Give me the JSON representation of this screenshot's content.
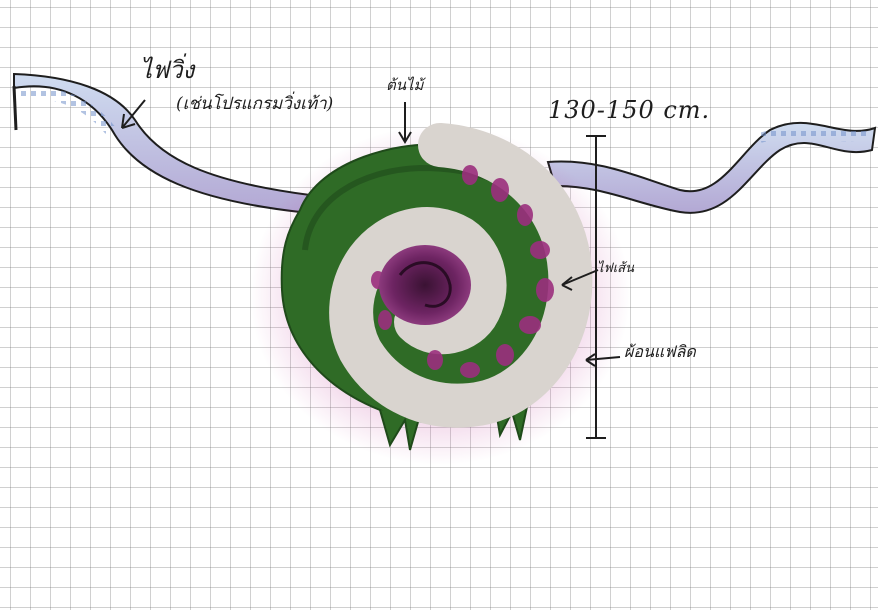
{
  "annotations": {
    "walkway_light": "ไฟวิ่ง",
    "walkway_light_detail": "(เช่นโปรแกรมวิ่งเท้า)",
    "trees": "ต้นไม้",
    "height_range": "130-150 cm.",
    "led_light": "ไฟเส้น",
    "stone_wall": "ผ้อนแฟลิด"
  },
  "colors": {
    "grid_line": "#8a8a8a",
    "foliage": "#2f6b26",
    "foliage_dark": "#1f4a1a",
    "purple_glow": "#c44a9f",
    "magenta": "#9b2f7e",
    "stone": "#d9d4cf",
    "water": "#b9cbe6",
    "ink": "#1e1e1e"
  },
  "icons": [
    "pointer-arrow-icon",
    "down-arrow-icon",
    "left-arrow-icon",
    "dimension-bar-icon"
  ]
}
